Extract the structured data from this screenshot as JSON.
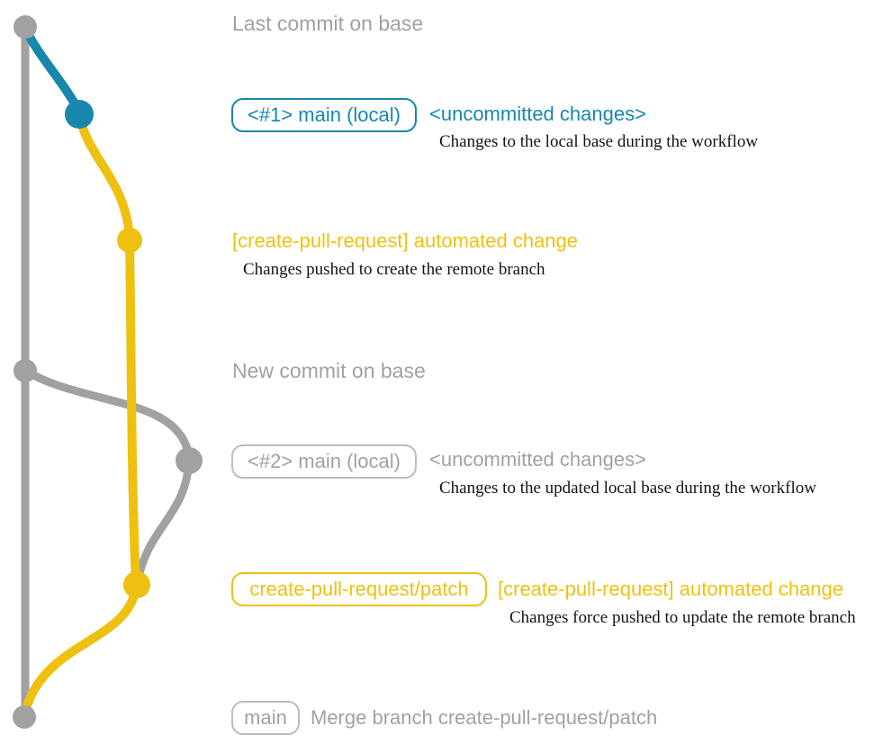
{
  "colors": {
    "gray": "#a1a1a1",
    "graybd": "#bdbdbd",
    "teal": "#1787ae",
    "yellow": "#eec111",
    "ink": "#141414",
    "background": "#ffffff"
  },
  "diagram": {
    "top": {
      "commit_label": "Last commit on base"
    },
    "head1": {
      "badge": "<#1> main (local)",
      "status": "<uncommitted changes>",
      "note": "Changes to the local base during the workflow"
    },
    "cpr1": {
      "title": "[create-pull-request] automated change",
      "note": "Changes pushed to create the remote branch"
    },
    "base2": {
      "commit_label": "New commit on base"
    },
    "head2": {
      "badge": "<#2> main (local)",
      "status": "<uncommitted changes>",
      "note": "Changes to the updated local base during the workflow"
    },
    "cpr2": {
      "badge": "create-pull-request/patch",
      "title": "[create-pull-request] automated change",
      "note": "Changes force pushed to update the remote branch"
    },
    "merge": {
      "badge": "main",
      "title": "Merge branch create-pull-request/patch"
    }
  }
}
